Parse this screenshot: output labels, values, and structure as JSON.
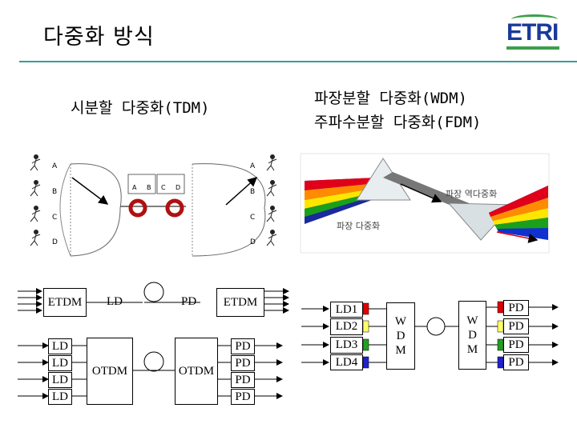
{
  "slide": {
    "title": "다중화 방식",
    "logo_text": "ETRI",
    "tdm_heading": "시분할 다중화(TDM)",
    "wdm_heading": "파장분할 다중화(WDM)",
    "fdm_heading": "주파수분할 다중화(FDM)"
  },
  "tdm_figure": {
    "channels_left": [
      "A",
      "B",
      "C",
      "D"
    ],
    "channels_right": [
      "A",
      "B",
      "C",
      "D"
    ],
    "slots": [
      "A",
      "B",
      "C",
      "D"
    ]
  },
  "prism_figure": {
    "mux_label": "파장 다중화",
    "demux_label": "파장 역다중화",
    "colors": [
      "#e0001a",
      "#ff8c00",
      "#ffe600",
      "#1aa01a",
      "#1030d0"
    ]
  },
  "etdm": {
    "left_box": "ETDM",
    "ld": "LD",
    "pd": "PD",
    "right_box": "ETDM"
  },
  "otdm": {
    "lds": [
      "LD",
      "LD",
      "LD",
      "LD"
    ],
    "left_box": "OTDM",
    "right_box": "OTDM",
    "pds": [
      "PD",
      "PD",
      "PD",
      "PD"
    ]
  },
  "wdm": {
    "lds": [
      "LD1",
      "LD2",
      "LD3",
      "LD4"
    ],
    "mux_lines": [
      "W",
      "D",
      "M"
    ],
    "demux_lines": [
      "W",
      "D",
      "M"
    ],
    "pds": [
      "PD",
      "PD",
      "PD",
      "PD"
    ],
    "colors": [
      "#e00000",
      "#ffff66",
      "#20a020",
      "#2020d0"
    ]
  }
}
